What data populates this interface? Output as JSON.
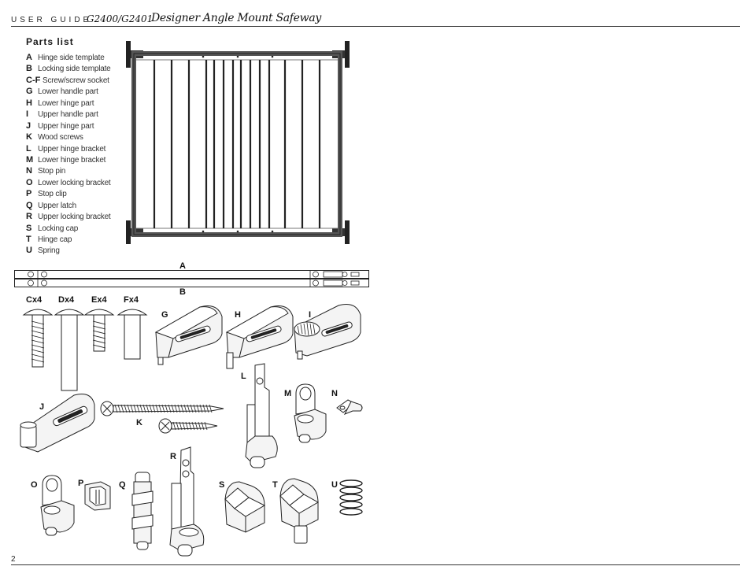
{
  "header": {
    "guide_label": "USER GUIDE",
    "model": "G2400/G2401",
    "product_name": "Designer Angle Mount Safeway"
  },
  "page_number": "2",
  "parts_list": {
    "title": "Parts list",
    "items": [
      {
        "key": "A",
        "label": "Hinge side template"
      },
      {
        "key": "B",
        "label": "Locking side template"
      },
      {
        "key": "C-F",
        "label": "Screw/screw socket"
      },
      {
        "key": "G",
        "label": "Lower handle part"
      },
      {
        "key": "H",
        "label": "Lower hinge part"
      },
      {
        "key": "I",
        "label": "Upper handle part"
      },
      {
        "key": "J",
        "label": "Upper hinge part"
      },
      {
        "key": "K",
        "label": "Wood screws"
      },
      {
        "key": "L",
        "label": "Upper hinge bracket"
      },
      {
        "key": "M",
        "label": "Lower hinge bracket"
      },
      {
        "key": "N",
        "label": "Stop pin"
      },
      {
        "key": "O",
        "label": "Lower locking bracket"
      },
      {
        "key": "P",
        "label": "Stop clip"
      },
      {
        "key": "Q",
        "label": "Upper latch"
      },
      {
        "key": "R",
        "label": "Upper locking bracket"
      },
      {
        "key": "S",
        "label": "Locking cap"
      },
      {
        "key": "T",
        "label": "Hinge cap"
      },
      {
        "key": "U",
        "label": "Spring"
      }
    ]
  },
  "figure_labels": {
    "A": "A",
    "B": "B",
    "C": "Cx4",
    "D": "Dx4",
    "E": "Ex4",
    "F": "Fx4",
    "G": "G",
    "H": "H",
    "I": "I",
    "J": "J",
    "K": "K",
    "L": "L",
    "M": "M",
    "N": "N",
    "O": "O",
    "P": "P",
    "Q": "Q",
    "R": "R",
    "S": "S",
    "T": "T",
    "U": "U"
  },
  "colors": {
    "ink": "#1a1a1a",
    "frame": "#555555",
    "part_fill": "#f4f4f4"
  }
}
